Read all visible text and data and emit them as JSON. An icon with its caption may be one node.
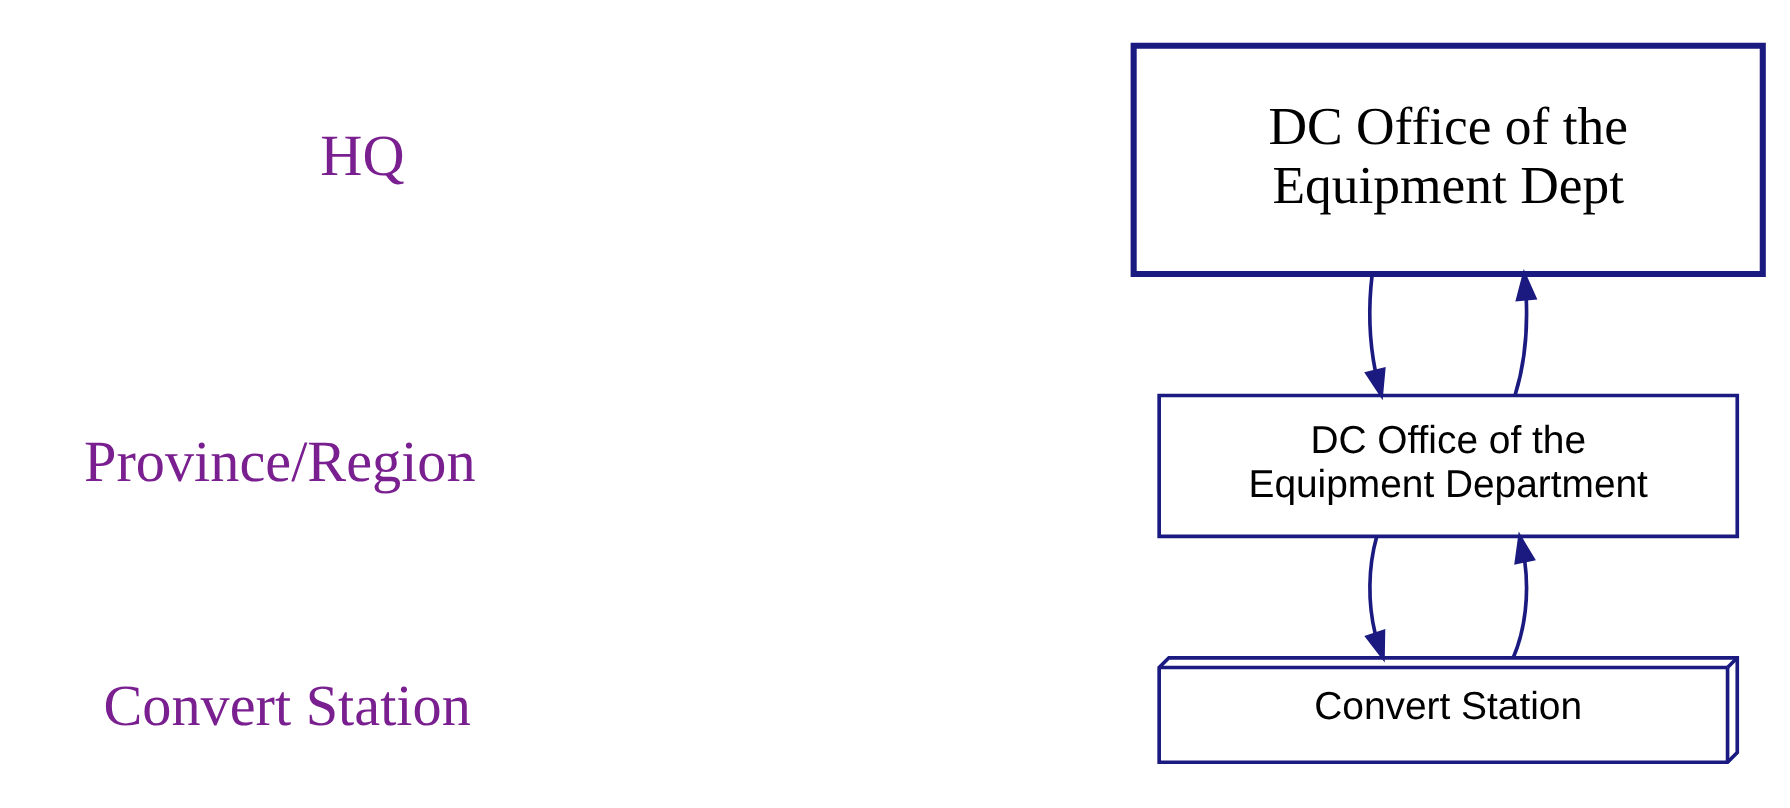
{
  "diagram": {
    "nodes": [
      {
        "text": [
          "DC Office of the Equipment Dept"
        ]
      },
      {
        "text": [
          "DC Office of the Equipment Department"
        ]
      },
      {
        "text": [
          "Convert Station"
        ]
      }
    ],
    "edges": [
      {
        "from": 1,
        "to": 0,
        "arrow": "to"
      },
      {
        "from": 0,
        "to": 1,
        "arrow": "to"
      },
      {
        "from": 2,
        "to": 1,
        "arrow": "to"
      },
      {
        "from": 1,
        "to": 2,
        "arrow": "to"
      }
    ],
    "labels": [
      "HQ",
      "Province/Region",
      "Convert Station"
    ]
  }
}
